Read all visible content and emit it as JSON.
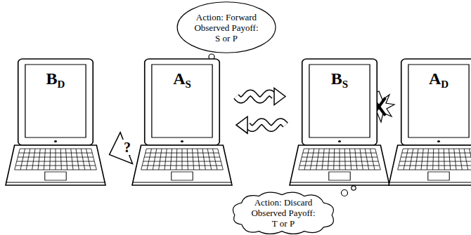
{
  "diagram": {
    "nodes": [
      {
        "text": [
          "Action: Forward",
          "Observed Payoff:",
          "S or P"
        ]
      },
      {
        "text": [
          "BD"
        ]
      },
      {
        "text": [
          "AS"
        ]
      },
      {
        "text": [
          "BS"
        ]
      },
      {
        "text": [
          "AD"
        ]
      },
      {
        "text": [
          "Action: Discard",
          "Observed Payoff:",
          "T or P"
        ]
      }
    ],
    "edges": [
      {
        "from": 2,
        "to": 3,
        "arrow": "to"
      },
      {
        "from": 3,
        "to": 2,
        "arrow": "to"
      },
      {
        "from": 2,
        "to": 1,
        "label": "?",
        "arrow": "to"
      }
    ]
  }
}
